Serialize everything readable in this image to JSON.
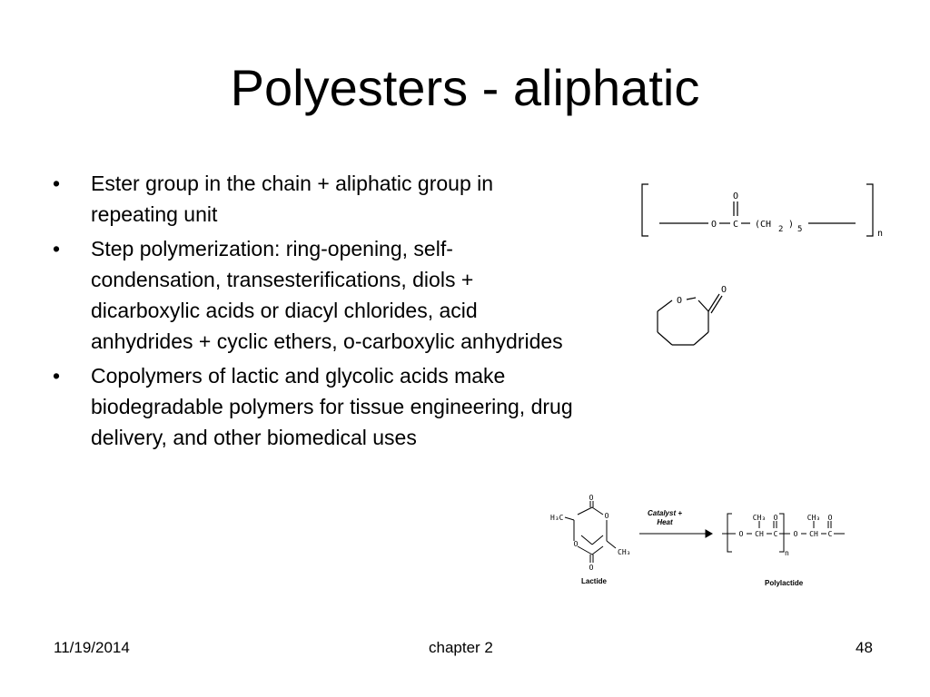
{
  "slide": {
    "title": "Polyesters - aliphatic",
    "bullets": [
      "Ester group in the chain + aliphatic group in repeating unit",
      "Step polymerization: ring-opening, self-condensation, transesterifications, diols + dicarboxylic acids or diacyl chlorides, acid anhydrides + cyclic ethers, o-carboxylic anhydrides",
      "Copolymers of lactic and glycolic acids make biodegradable polymers for tissue engineering, drug delivery, and other biomedical uses"
    ],
    "bullet_symbol": "•"
  },
  "polycaprolactone": {
    "o_top": "O",
    "o_chain": "O",
    "c": "C",
    "ch": "(CH",
    "sub2": "2",
    "close": ")",
    "sub5": "5",
    "n": "n"
  },
  "caprolactone": {
    "ring_o": "O",
    "carbonyl_o": "O"
  },
  "reaction": {
    "catalyst_line1": "Catalyst +",
    "catalyst_line2": "Heat",
    "lactide_label": "Lactide",
    "polylactide_label": "Polylactide",
    "h3c": "H₃C",
    "ch3": "CH₃",
    "o": "O",
    "c": "C",
    "ch": "CH",
    "n": "n"
  },
  "footer": {
    "date": "11/19/2014",
    "chapter": "chapter 2",
    "page": "48"
  }
}
